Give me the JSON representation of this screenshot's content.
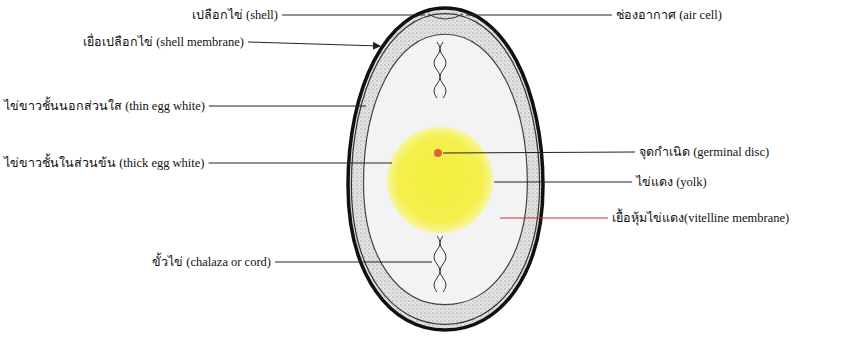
{
  "diagram": {
    "labels": [
      "เปลือกไข่ (shell)",
      "ช่องอากาศ (air cell)",
      "เยื่อเปลือกไข่ (shell membrane)",
      "ไข่ขาวชั้นนอกส่วนใส (thin egg white)",
      "จุดกำเนิด (germinal disc)",
      "ไข่ขาวชั้นในส่วนข้น (thick egg white)",
      "ไข่แดง (yolk)",
      "เยื้อหุ้มไข่แดง(vitelline membrane)",
      "ขั้วไข่ (chalaza or cord)"
    ]
  }
}
